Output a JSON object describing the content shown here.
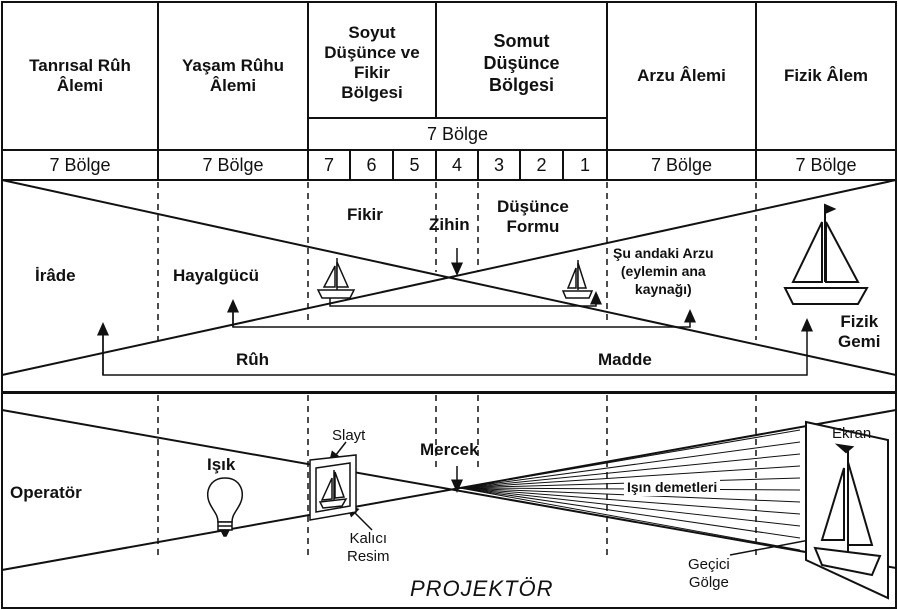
{
  "header": {
    "columns": [
      "Tanrısal Rûh\nÂlemi",
      "Yaşam Rûhu\nÂlemi",
      "Soyut\nDüşünce ve\nFikir\nBölgesi",
      "Somut\nDüşünce\nBölgesi",
      "Arzu Âlemi",
      "Fizik Âlem"
    ],
    "mind_span_label": "7 Bölge",
    "region_labels": [
      "7 Bölge",
      "7 Bölge",
      "7",
      "6",
      "5",
      "4",
      "3",
      "2",
      "1",
      "7 Bölge",
      "7 Bölge"
    ]
  },
  "top_panel": {
    "irade": "İrâde",
    "hayalgucu": "Hayalgücü",
    "fikir": "Fikir",
    "zihin": "Zihin",
    "dusunce_formu": "Düşünce\nFormu",
    "su_andaki_arzu": "Şu andaki Arzu\n(eylemin ana\nkaynağı)",
    "fizik_gemi": "Fizik\nGemi",
    "ruh": "Rûh",
    "madde": "Madde"
  },
  "bottom_panel": {
    "operator": "Operatör",
    "isik": "Işık",
    "slayt": "Slayt",
    "mercek": "Mercek",
    "ekran": "Ekran",
    "isin_demetleri": "Işın demetleri",
    "kalici_resim": "Kalıcı\nResim",
    "gecici_golge": "Geçici\nGölge",
    "projektor": "PROJEKTÖR"
  },
  "colors": {
    "line": "#111111",
    "background": "#ffffff"
  },
  "icons": [
    "sailboat-icon",
    "light-bulb-icon",
    "slide-icon",
    "screen-icon"
  ]
}
